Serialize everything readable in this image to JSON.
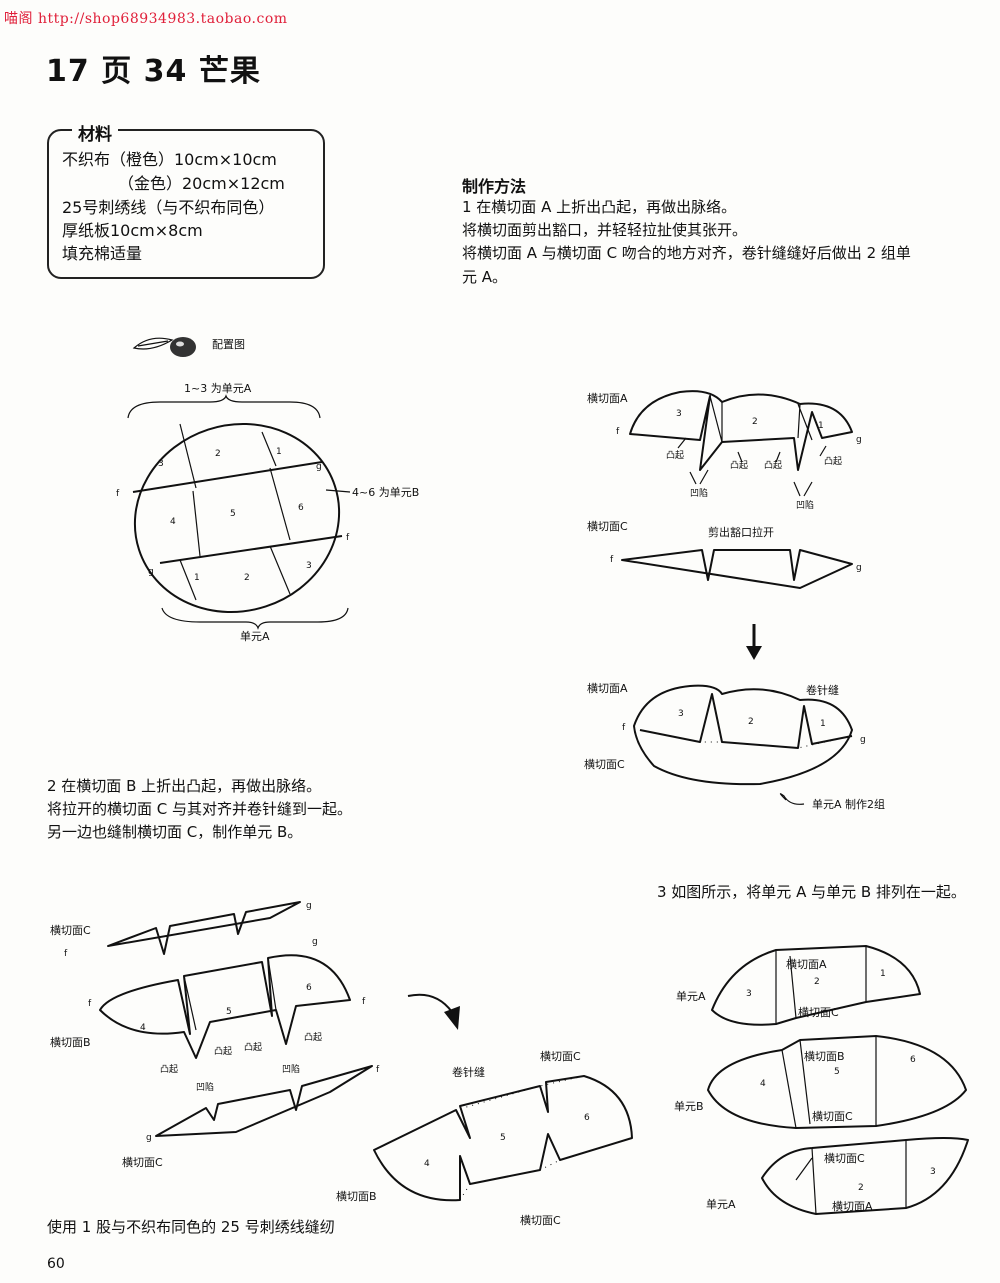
{
  "watermark": "喵阁 http://shop68934983.taobao.com",
  "title": "17 页 34 芒果",
  "materials": {
    "heading": "材料",
    "lines": [
      "不织布（橙色）10cm×10cm",
      "（金色）20cm×12cm",
      "25号刺绣线（与不织布同色）",
      "厚纸板10cm×8cm",
      "填充棉适量"
    ]
  },
  "method": {
    "heading": "制作方法",
    "step1": [
      "1 在横切面 A 上折出凸起，再做出脉络。",
      "将横切面剪出豁口，并轻轻拉扯使其张开。",
      "将横切面 A 与横切面 C 吻合的地方对齐，卷针缝缝好后做出 2 组单",
      "元 A。"
    ],
    "step2": [
      "2 在横切面 B 上折出凸起，再做出脉络。",
      "将拉开的横切面 C 与其对齐并卷针缝到一起。",
      "另一边也缝制横切面 C，制作单元 B。"
    ],
    "step3": "3 如图所示，将单元 A 与单元 B 排列在一起。",
    "footer_note": "使用 1 股与不织布同色的 25 号刺绣线缝纫"
  },
  "layout_diagram": {
    "title": "配置图",
    "label_top": "1~3 为单元A",
    "label_right": "4~6 为单元B",
    "label_bottom": "单元A",
    "segments_top": [
      "3",
      "2",
      "1"
    ],
    "segments_mid": [
      "4",
      "5",
      "6"
    ],
    "segments_bot": [
      "1",
      "2",
      "3"
    ],
    "mark_f": "f",
    "mark_g": "g"
  },
  "step1_diagram": {
    "label_a": "横切面A",
    "label_c": "横切面C",
    "cut_note": "剪出豁口拉开",
    "seam": "卷针缝",
    "make_two": "单元A 制作2组",
    "convex": "凸起",
    "concave": "凹陷",
    "nums": [
      "3",
      "2",
      "1"
    ]
  },
  "step2_diagram": {
    "label_c": "横切面C",
    "label_b": "横切面B",
    "seam": "卷针缝",
    "nums": [
      "4",
      "5",
      "6"
    ],
    "convex": "凸起",
    "concave": "凹陷"
  },
  "step3_diagram": {
    "unit_a": "单元A",
    "unit_b": "单元B",
    "face_a": "横切面A",
    "face_b": "横切面B",
    "face_c": "横切面C",
    "nums_a1": [
      "3",
      "2",
      "1"
    ],
    "nums_b": [
      "4",
      "5",
      "6"
    ],
    "nums_a2": [
      "2",
      "3"
    ]
  },
  "page_number": "60"
}
